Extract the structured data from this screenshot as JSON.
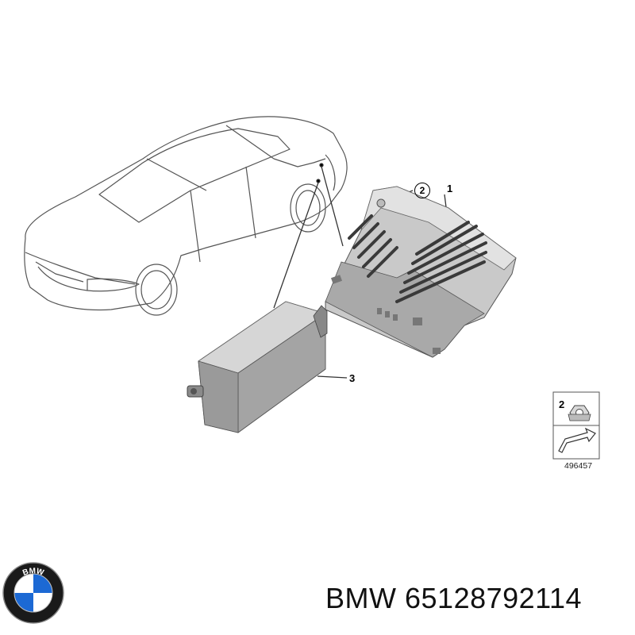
{
  "callouts": {
    "part_1": "1",
    "part_2": "2",
    "part_3": "3"
  },
  "legend": {
    "item_number": "2",
    "diagram_code": "496457"
  },
  "caption": {
    "brand": "BMW",
    "part_number": "65128792114"
  },
  "logo": {
    "text": "BMW"
  },
  "colors": {
    "logo_blue": "#1c69d4",
    "part_body": "#cfcfcf",
    "part_shadow": "#9a9a9a",
    "line_art": "#444444"
  }
}
